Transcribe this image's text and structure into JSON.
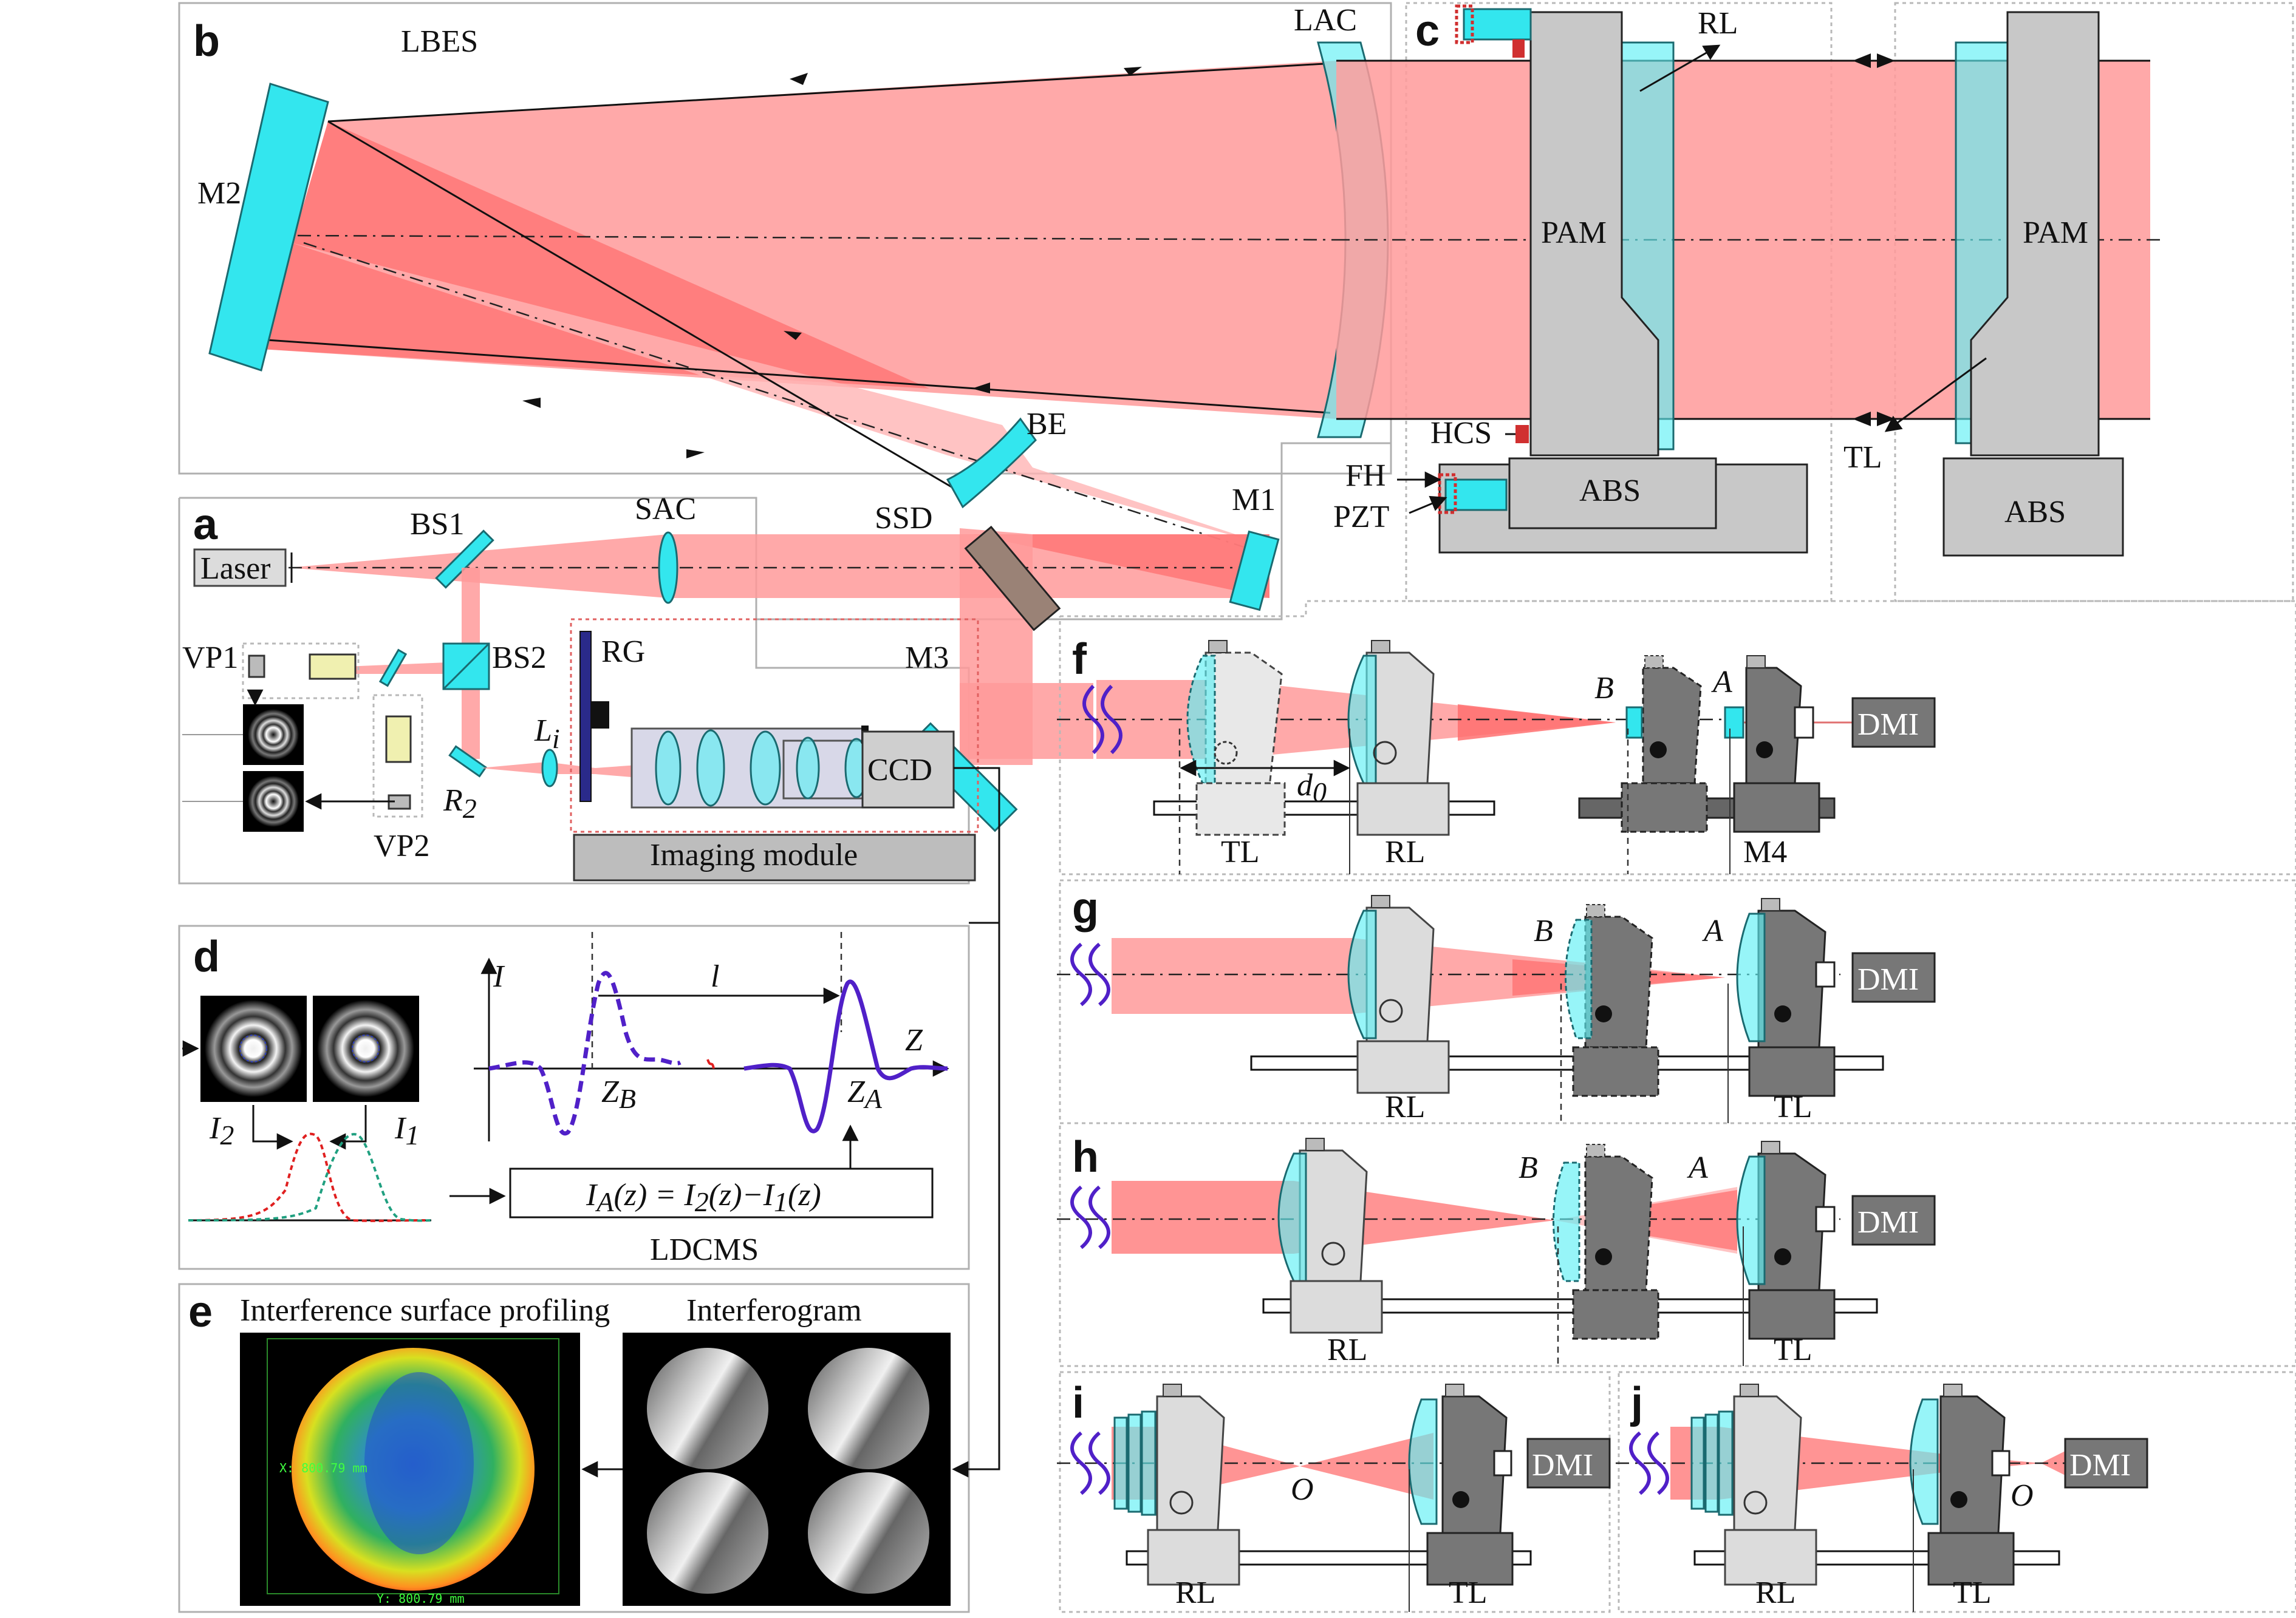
{
  "panels": {
    "a": "a",
    "b": "b",
    "c": "c",
    "d": "d",
    "e": "e",
    "f": "f",
    "g": "g",
    "h": "h",
    "i": "i",
    "j": "j"
  },
  "labels": {
    "lbes": "LBES",
    "lac": "LAC",
    "m2": "M2",
    "m1": "M1",
    "m3": "M3",
    "m4": "M4",
    "be": "BE",
    "ssd": "SSD",
    "sac": "SAC",
    "bs1": "BS1",
    "bs2": "BS2",
    "laser": "Laser",
    "vp1": "VP1",
    "vp2": "VP2",
    "rg": "RG",
    "li": "L",
    "li_sub": "i",
    "r2": "R",
    "r2_sub": "2",
    "ccd": "CCD",
    "imaging_module": "Imaging module",
    "rl": "RL",
    "tl": "TL",
    "pam": "PAM",
    "abs": "ABS",
    "hcs": "HCS",
    "fh": "FH",
    "pzt": "PZT",
    "dmi": "DMI",
    "point_a": "A",
    "point_b": "B",
    "point_o": "O",
    "d0": "d",
    "d0_sub": "0",
    "ldcms": "LDCMS",
    "interference_surface_profiling": "Interference surface profiling",
    "interferogram": "Interferogram"
  },
  "plot_d": {
    "i_axis": "I",
    "z_axis": "Z",
    "l": "l",
    "zb": "Z",
    "zb_sub": "B",
    "za": "Z",
    "za_sub": "A",
    "i1": "I",
    "i1_sub": "1",
    "i2": "I",
    "i2_sub": "2",
    "formula_parts": [
      "I",
      "A",
      "(z) = I",
      "2",
      "(z)−I",
      "1",
      "(z)"
    ]
  },
  "profile_map": {
    "x_readout": "X: 800.79 mm",
    "y_readout": "Y: 800.79 mm"
  },
  "colors": {
    "beam": "#ff9a9a",
    "beam_dark": "#ff7070",
    "optic": "#33e6ee",
    "mount": "#c8c8c8",
    "mount_dark": "#777777",
    "curve_b": "#5020c8",
    "curve_a": "#5020c8",
    "peak_red": "#e02020",
    "peak_green": "#20a080"
  }
}
